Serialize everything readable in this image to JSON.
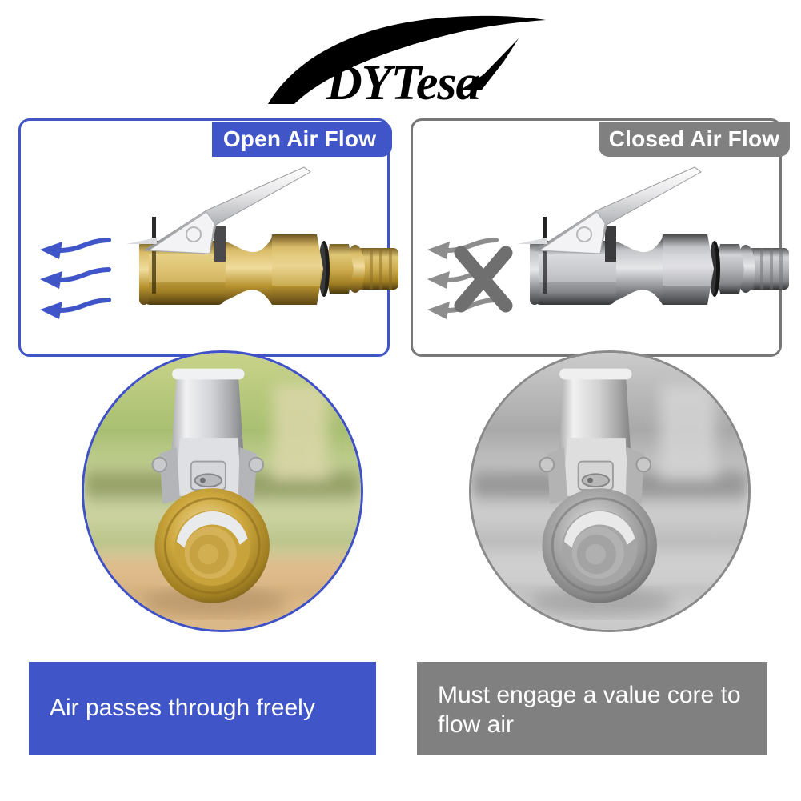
{
  "brand": {
    "logo_text": "DYTesa",
    "logo_mark": "swoosh-arc-icon",
    "logo_color": "#000000"
  },
  "colors": {
    "accent_blue": "#4056c8",
    "accent_gray": "#808080",
    "panel_border_blue": "#4056c8",
    "panel_border_gray": "#777777",
    "text_white": "#ffffff"
  },
  "comparison": {
    "left": {
      "banner_label": "Open Air Flow",
      "banner_color": "#4056c8",
      "flow_state": "open",
      "arrow_count": 3,
      "arrow_color": "#4056c8",
      "blocked": false,
      "illustration": "air-chuck-side-view-brass",
      "photo": "air-chuck-front-view-brass-color",
      "caption": "Air passes through freely",
      "caption_color": "#4056c8"
    },
    "right": {
      "banner_label": "Closed Air Flow",
      "banner_color": "#808080",
      "flow_state": "closed",
      "arrow_count": 3,
      "arrow_color": "#808080",
      "blocked": true,
      "block_marker": "x-cross-icon",
      "illustration": "air-chuck-side-view-grayscale",
      "photo": "air-chuck-front-view-grayscale",
      "caption": "Must engage a value core to flow air",
      "caption_color": "#808080"
    }
  }
}
